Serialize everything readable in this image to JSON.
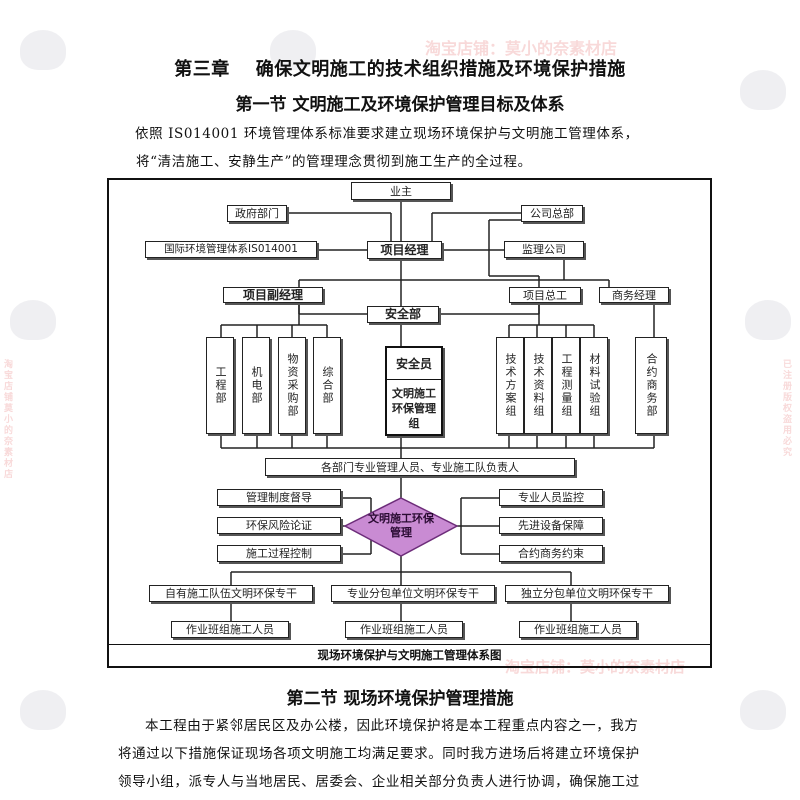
{
  "watermark": {
    "shop_top": "淘宝店铺：莫小的奈素材店",
    "shop_bottom": "淘宝店铺：莫小的奈素材店",
    "side_left_1": "淘宝店铺",
    "side_left_2": "莫小的奈素材店",
    "side_right_1": "已注册版权",
    "side_right_2": "盗用必究"
  },
  "chapter": {
    "number": "第三章",
    "title": "确保文明施工的技术组织措施及环境保护措施"
  },
  "section1": {
    "title": "第一节 文明施工及环境保护管理目标及体系",
    "para_line1": "依照 IS014001 环境管理体系标准要求建立现场环境保护与文明施工管理体系，",
    "para_line2": "将“清洁施工、安静生产”的管理理念贯彻到施工生产的全过程。"
  },
  "diagram": {
    "owner": "业主",
    "gov": "政府部门",
    "company_hq": "公司总部",
    "iso": "国际环境管理体系IS014001",
    "pm": "项目经理",
    "supervisor": "监理公司",
    "deputy_pm": "项目副经理",
    "chief_eng": "项目总工",
    "business_mgr": "商务经理",
    "safety_dept": "安全部",
    "dept_eng": "工程部",
    "dept_mech": "机电部",
    "dept_material": "物资采购部",
    "dept_general": "综合部",
    "safety_officer": "安全员",
    "civil_group": "文明施工环保管理组",
    "dept_tech_plan": "技术方案组",
    "dept_tech_data": "技术资料组",
    "dept_survey": "工程测量组",
    "dept_test": "材料试验组",
    "dept_contract": "合约商务部",
    "responsible": "各部门专业管理人员、专业施工队负责人",
    "left1": "管理制度督导",
    "left2": "环保风险论证",
    "left3": "施工过程控制",
    "center": "文明施工环保管理",
    "right1": "专业人员监控",
    "right2": "先进设备保障",
    "right3": "合约商务约束",
    "staff1": "自有施工队伍文明环保专干",
    "staff2": "专业分包单位文明环保专干",
    "staff3": "独立分包单位文明环保专干",
    "worker1": "作业班组施工人员",
    "worker2": "作业班组施工人员",
    "worker3": "作业班组施工人员",
    "caption": "现场环境保护与文明施工管理体系图"
  },
  "section2": {
    "title": "第二节 现场环境保护管理措施",
    "line1": "本工程由于紧邻居民区及办公楼，因此环境保护将是本工程重点内容之一，我方",
    "line2": "将通过以下措施保证现场各项文明施工均满足要求。同时我方进场后将建立环境保护",
    "line3": "领导小组，派专人与当地居民、居委会、企业相关部分负责人进行协调，确保施工过"
  }
}
